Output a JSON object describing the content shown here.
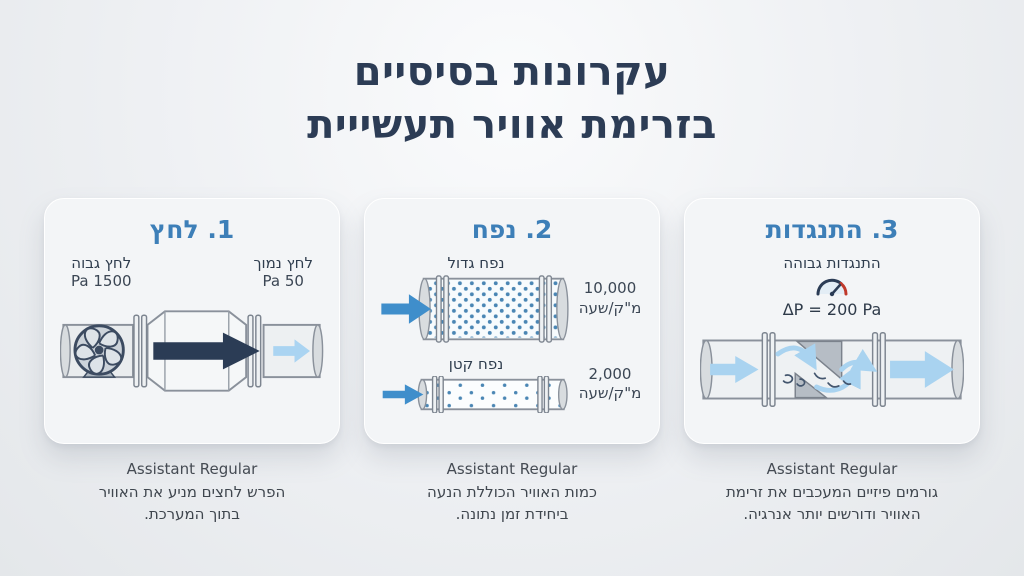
{
  "page": {
    "title_line1": "עקרונות בסיסיים",
    "title_line2": "בזרימת אוויר תעשייית"
  },
  "panels": [
    {
      "header": "1. לחץ",
      "left_label": "לחץ גבוה",
      "left_value": "1500 Pa",
      "right_label": "לחץ נמוך",
      "right_value": "50 Pa",
      "caption_title": "Assistant Regular",
      "caption_line1": "הפרש לחצים מניע את האוויר",
      "caption_line2": "בתוך המערכת."
    },
    {
      "header": "2. נפח",
      "big_label": "נפח גדול",
      "big_value": "10,000",
      "big_unit": "מ\"ק/שעה",
      "small_label": "נפח קטן",
      "small_value": "2,000",
      "small_unit": "מ\"ק/שעה",
      "caption_title": "Assistant Regular",
      "caption_line1": "כמות האוויר הכוללת הנעה",
      "caption_line2": "ביחידת זמן נתונה."
    },
    {
      "header": "3. התנגדות",
      "label": "התנגדות גבוהה",
      "delta": "ΔP = 200 Pa",
      "caption_title": "Assistant Regular",
      "caption_line1": "גורמים פיזיים המעכבים את זרימת",
      "caption_line2": "האוויר ודורשים יותר אנרגיה."
    }
  ],
  "icons": {
    "fan": "fan-icon",
    "gauge": "gauge-icon",
    "dark_arrow": "flow-arrow-dark",
    "blue_arrow": "flow-arrow-blue",
    "light_arrow": "flow-arrow-light"
  },
  "colors": {
    "title_navy": "#2c3c55",
    "header_blue": "#3d7fb8",
    "dark_arrow": "#2b3c55",
    "flow_blue": "#3f8ecb",
    "light_blue": "#a9d3f0",
    "duct_stroke": "#8a919b",
    "card_bg": "#f3f5f7",
    "page_bg": "#e9ebee",
    "gauge_red": "#c0392b"
  }
}
